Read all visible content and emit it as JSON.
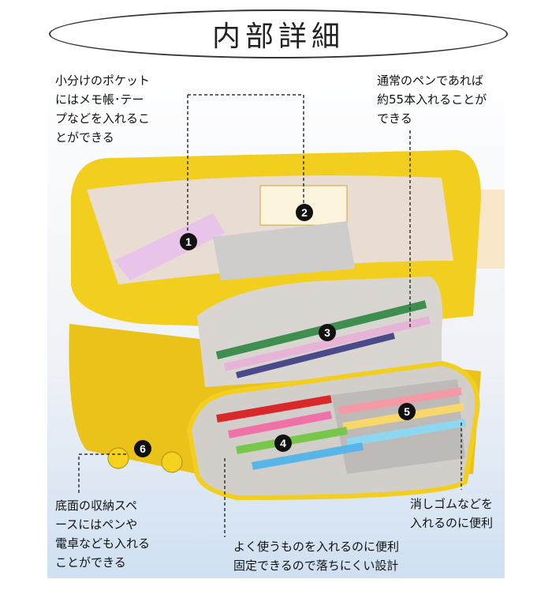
{
  "title": "内部詳細",
  "annotations": [
    {
      "num": "1",
      "text": "小分けのポケットにはメモ帳・テープなどを入れることができる"
    },
    {
      "num": "2",
      "text": "通常のペンであれば約55本入れることができる"
    },
    {
      "num": "3",
      "text": ""
    },
    {
      "num": "4",
      "text": "よく使うものを入れるのに便利 固定できるので落ちにくい設計"
    },
    {
      "num": "5",
      "text": "消しゴムなどを入れるのに便利"
    },
    {
      "num": "6",
      "text": "底面の収納スペースにはペンや電卓なども入れることができる"
    }
  ],
  "label_lines": {
    "l1": [
      "小分けのポケット",
      "にはメモ帳･テー",
      "プなどを入れるこ",
      "とができる"
    ],
    "l2": [
      "通常のペンであれば",
      "約55本入れることが",
      "できる"
    ],
    "l4": [
      "よく使うものを入れるのに便利",
      "固定できるので落ちにくい設計"
    ],
    "l5": [
      "消しゴムなどを",
      "入れるのに便利"
    ],
    "l6": [
      "底面の収納スペ",
      "ースにはペンや",
      "電卓なども入れる",
      "ことができる"
    ]
  },
  "colors": {
    "case_yellow": "#f2cf1e",
    "lining_gray": "#d9d6d2",
    "marker": "#111111"
  }
}
